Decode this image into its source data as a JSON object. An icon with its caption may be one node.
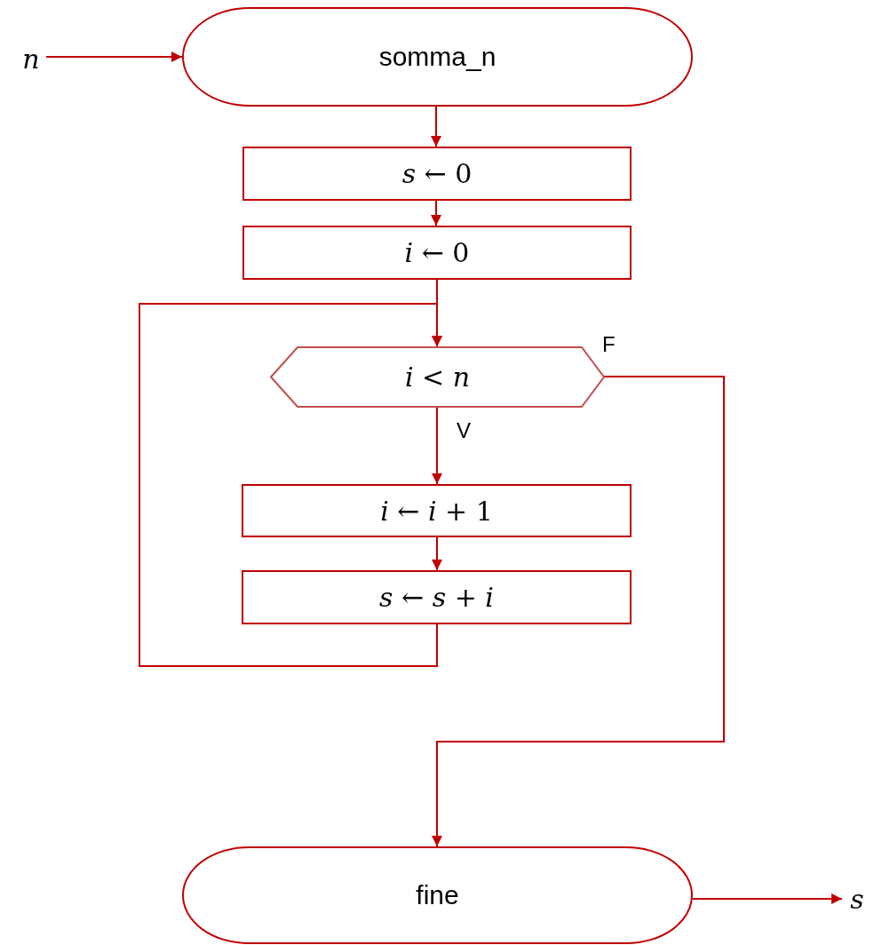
{
  "diagram": {
    "nodes": [
      {
        "text": [
          "n"
        ]
      },
      {
        "text": [
          "somma_n"
        ]
      },
      {
        "text": [
          "*s* ← 0"
        ]
      },
      {
        "text": [
          "*i* ← 0"
        ]
      },
      {
        "text": [
          "*i* < *n*"
        ]
      },
      {
        "text": [
          "*i* ← *i* + 1"
        ]
      },
      {
        "text": [
          "*s* ← *s* + *i*"
        ]
      },
      {
        "text": [
          "fine"
        ]
      },
      {
        "text": [
          "s"
        ]
      }
    ],
    "edges": [
      {
        "from": 0,
        "to": 1,
        "arrow": "to"
      },
      {
        "from": 1,
        "to": 2,
        "arrow": "to"
      },
      {
        "from": 2,
        "to": 3,
        "arrow": "to"
      },
      {
        "from": 3,
        "to": 4,
        "arrow": "to"
      },
      {
        "from": 4,
        "to": 5,
        "arrow": "to",
        "label": "V"
      },
      {
        "from": 5,
        "to": 6,
        "arrow": "to"
      },
      {
        "from": 6,
        "to": 4,
        "arrow": "to"
      },
      {
        "from": 4,
        "to": 7,
        "arrow": "to",
        "label": "F"
      },
      {
        "from": 7,
        "to": 8,
        "arrow": "to"
      }
    ]
  }
}
